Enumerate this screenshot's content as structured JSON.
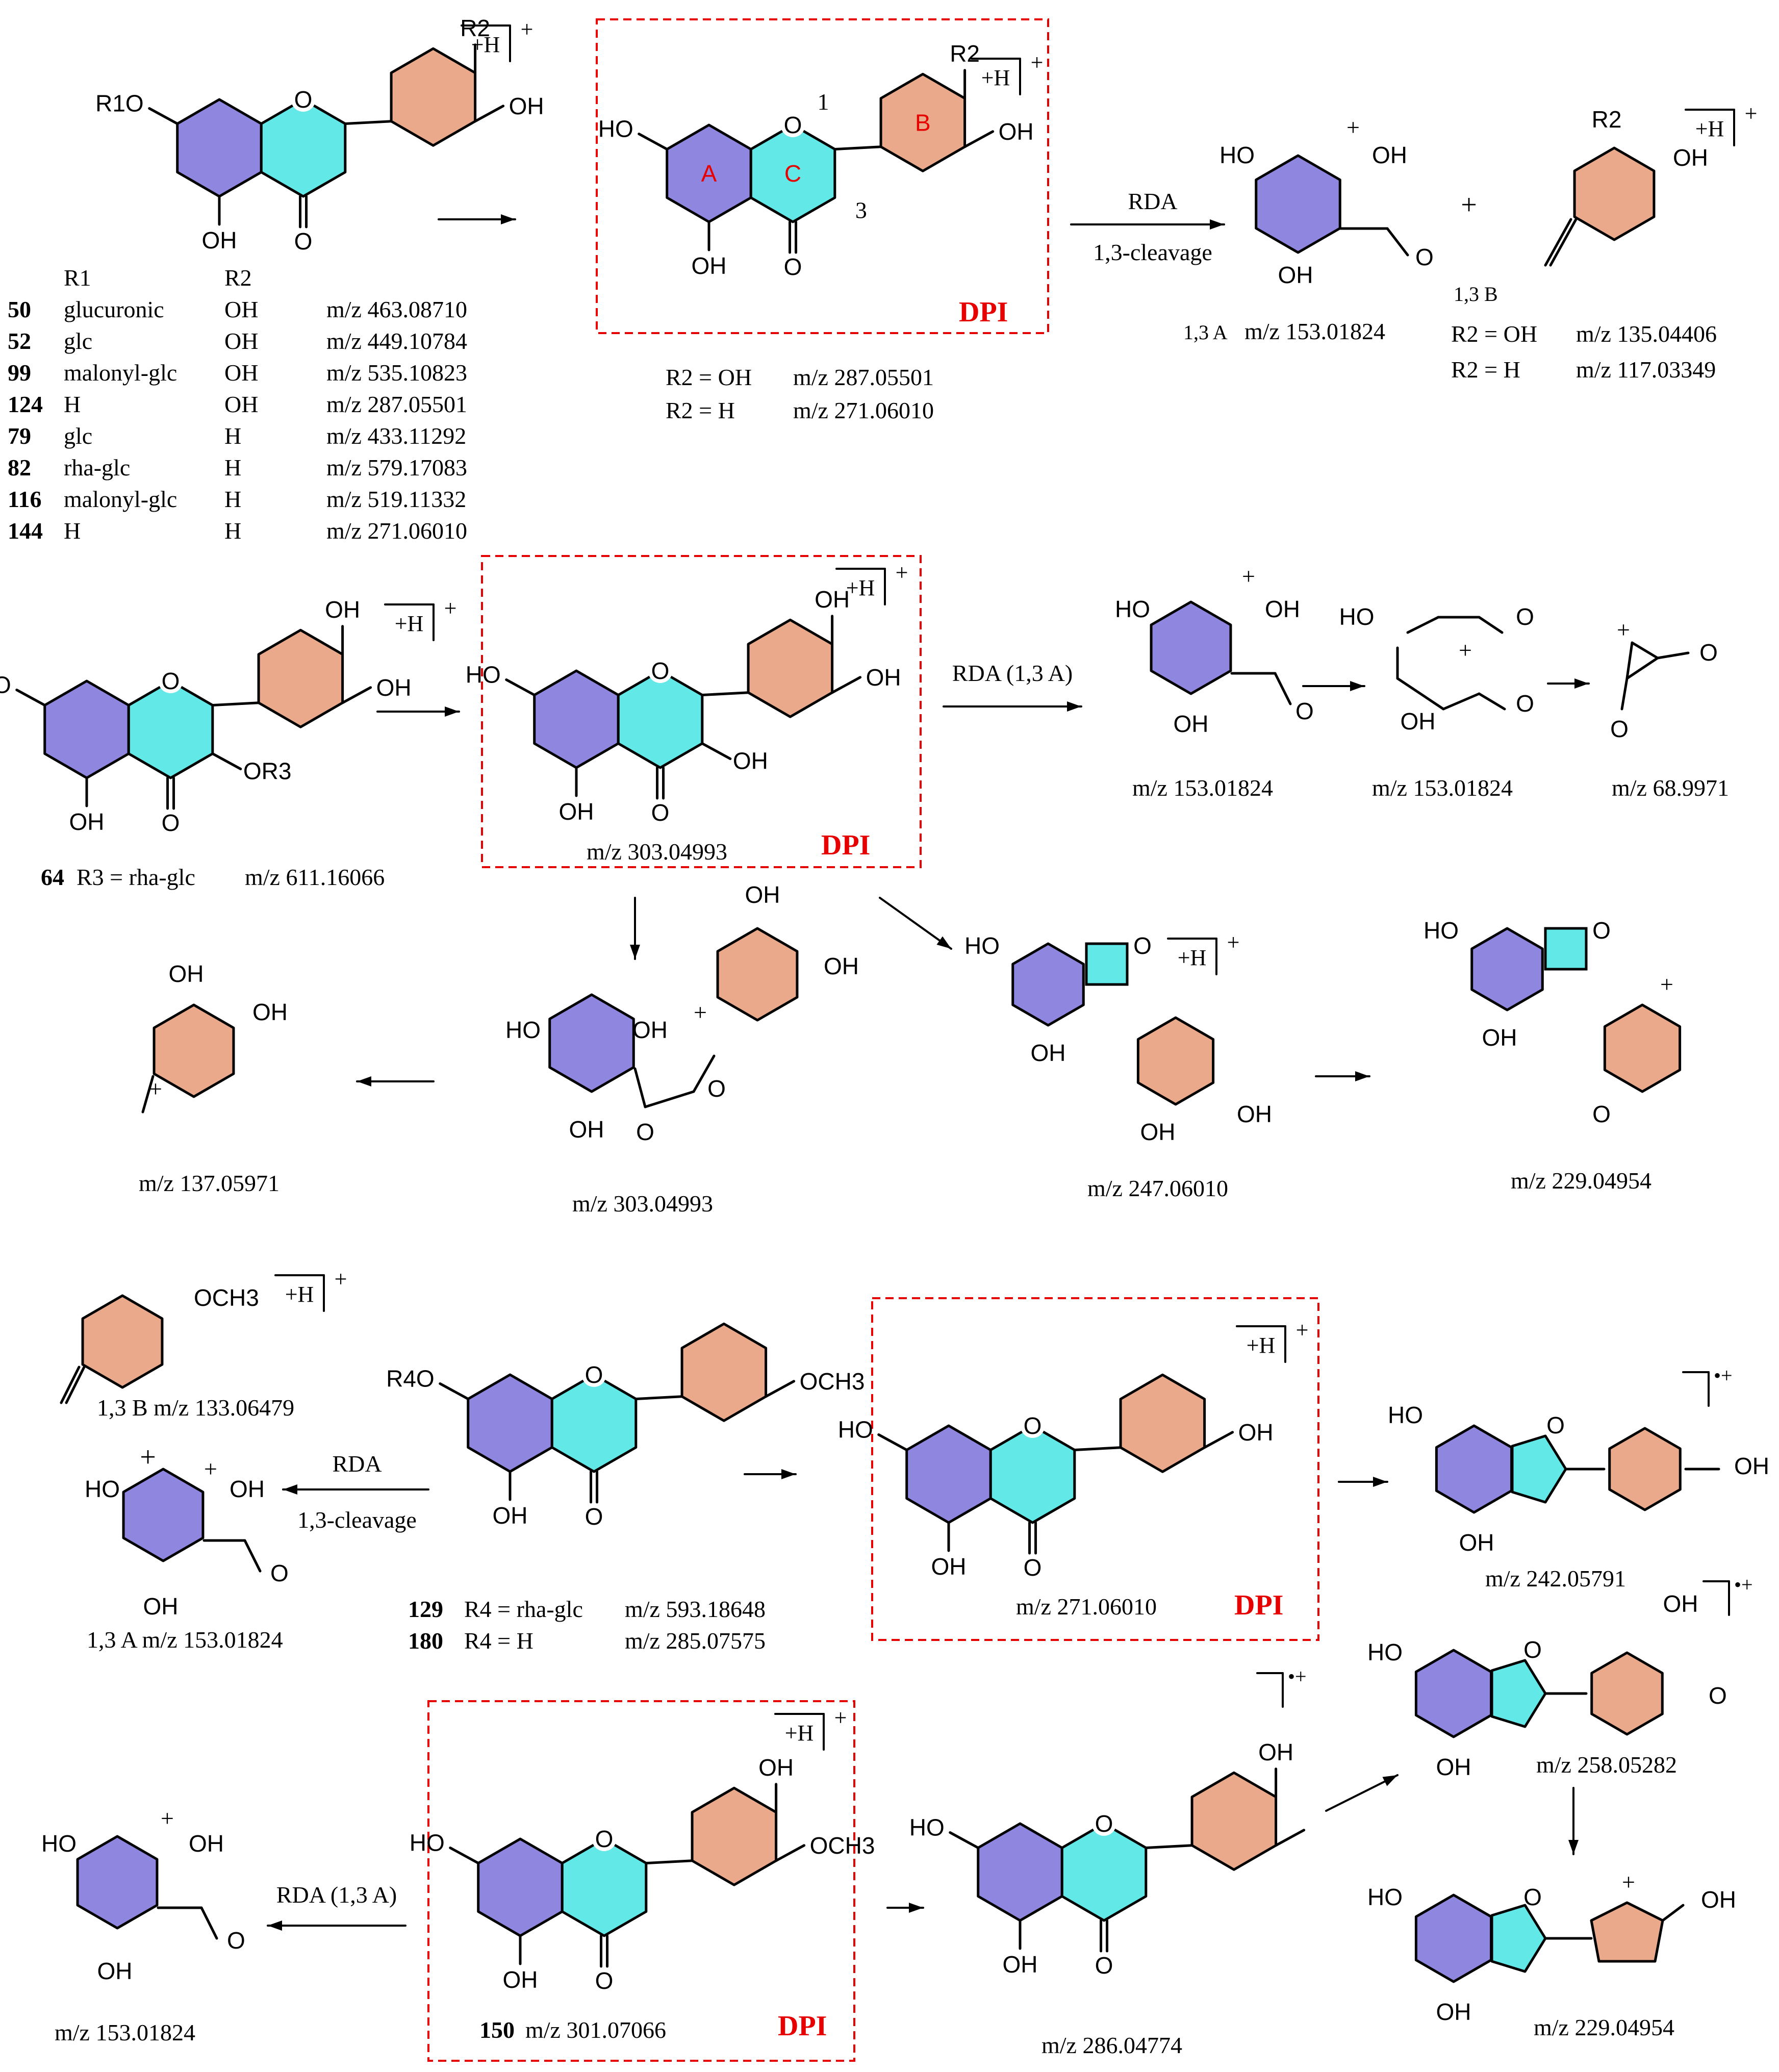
{
  "colors": {
    "ring_a": "#8f86df",
    "ring_c": "#63e8e8",
    "ring_b": "#e9a98a",
    "ring_o": "#ffffff",
    "dpi": "#e60000",
    "box": "#e60000",
    "bond": "#000000"
  },
  "labels": {
    "bh": "+H",
    "plus": "+",
    "radical": "•+",
    "dpi": "DPI",
    "arrow_rda": "RDA",
    "arrow_13": "1,3-cleavage",
    "arrow_rda13a": "RDA (1,3 A)",
    "a13": "1,3 A",
    "b13": "1,3 B",
    "ring_letters": [
      "A",
      "C",
      "B"
    ],
    "positions": [
      "1",
      "3"
    ]
  },
  "section1": {
    "parent": {
      "col_headers": [
        "R1",
        "R2"
      ],
      "rows": [
        {
          "id": "50",
          "r1": "glucuronic",
          "r2": "OH",
          "mz": "m/z 463.08710"
        },
        {
          "id": "52",
          "r1": "glc",
          "r2": "OH",
          "mz": "m/z 449.10784"
        },
        {
          "id": "99",
          "r1": "malonyl-glc",
          "r2": "OH",
          "mz": "m/z 535.10823"
        },
        {
          "id": "124",
          "r1": "H",
          "r2": "OH",
          "mz": "m/z 287.05501"
        },
        {
          "id": "79",
          "r1": "glc",
          "r2": "H",
          "mz": "m/z 433.11292"
        },
        {
          "id": "82",
          "r1": "rha-glc",
          "r2": "H",
          "mz": "m/z 579.17083"
        },
        {
          "id": "116",
          "r1": "malonyl-glc",
          "r2": "H",
          "mz": "m/z 519.11332"
        },
        {
          "id": "144",
          "r1": "H",
          "r2": "H",
          "mz": "m/z 271.06010"
        }
      ]
    },
    "dpi": {
      "rows": [
        {
          "r": "R2 = OH",
          "mz": "m/z 287.05501"
        },
        {
          "r": "R2 = H",
          "mz": "m/z 271.06010"
        }
      ]
    },
    "frag_a": {
      "label": "1,3 A",
      "mz": "m/z 153.01824"
    },
    "frag_b": {
      "label": "1,3 B",
      "rows": [
        {
          "r": "R2 = OH",
          "mz": "m/z 135.04406"
        },
        {
          "r": "R2 = H",
          "mz": "m/z 117.03349"
        }
      ]
    }
  },
  "section2": {
    "parent": {
      "id": "64",
      "r": "R3 = rha-glc",
      "mz": "m/z 611.16066"
    },
    "dpi_mz": "m/z 303.04993",
    "f1": "m/z 153.01824",
    "f2": "m/z 153.01824",
    "f3": "m/z 68.9971",
    "f4": "m/z 137.05971",
    "f5": "m/z 303.04993",
    "f6": "m/z 247.06010",
    "f7": "m/z 229.04954"
  },
  "section3": {
    "b_frag": "1,3 B  m/z 133.06479",
    "a_frag": "1,3 A  m/z 153.01824",
    "parent_rows": [
      {
        "id": "129",
        "r": "R4 = rha-glc",
        "mz": "m/z 593.18648"
      },
      {
        "id": "180",
        "r": "R4 = H",
        "mz": "m/z 285.07575"
      }
    ],
    "dpi_mz": "m/z 271.06010",
    "f1": "m/z 242.05791"
  },
  "section4": {
    "f_a": "m/z 153.01824",
    "dpi": {
      "id": "150",
      "mz": "m/z 301.07066"
    },
    "f1": "m/z 286.04774",
    "f2": "m/z 258.05282",
    "f3": "m/z 229.04954"
  },
  "substituents": [
    "HO",
    "OH",
    "O",
    "R1O",
    "R2",
    "R3",
    "R4O",
    "OCH3",
    "OR3"
  ]
}
